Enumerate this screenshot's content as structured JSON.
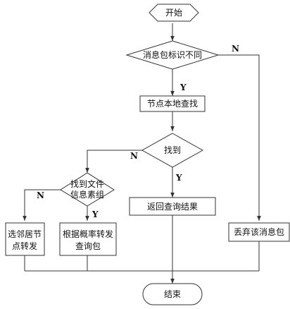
{
  "nodes": {
    "start": "开始",
    "check_id": "消息包标识不同",
    "local_lookup": "节点本地查找",
    "found": "找到",
    "file_info": [
      "找到文件",
      "信息素组"
    ],
    "neighbor_forward": [
      "选邻居节",
      "点转发"
    ],
    "prob_forward": [
      "根据概率转发",
      "查询包"
    ],
    "return_result": "返回查询结果",
    "discard": "丢弃该消息包",
    "end": "结束"
  },
  "branches": {
    "yes": "Y",
    "no": "N"
  },
  "colors": {
    "stroke": "#333333",
    "fill": "#ffffff",
    "text": "#111111"
  }
}
